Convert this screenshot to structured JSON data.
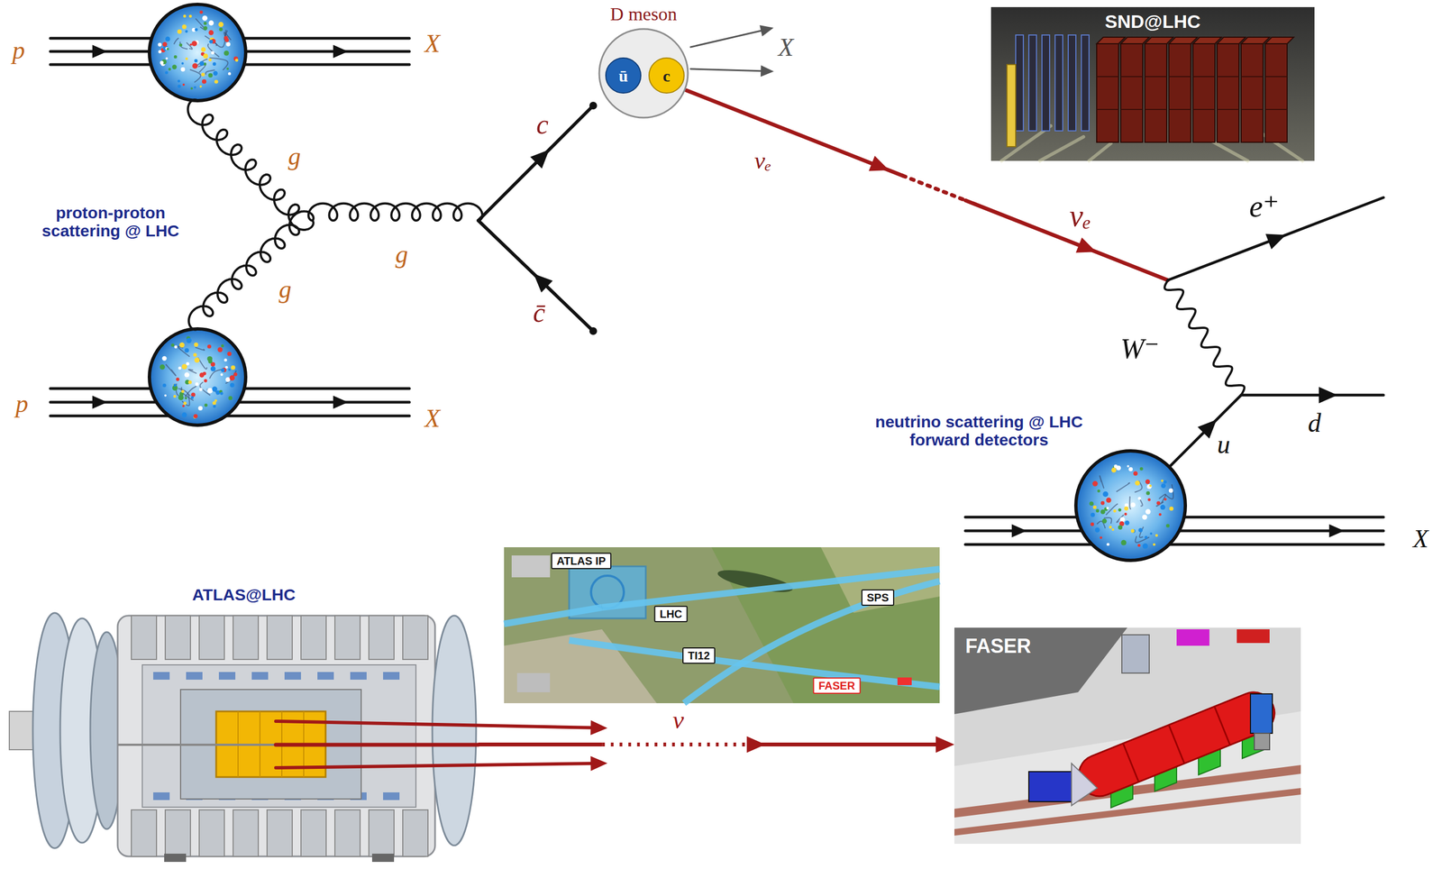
{
  "diagram": {
    "nodes": [
      {
        "text": [
          "D meson"
        ]
      },
      {
        "text": [
          "ū"
        ],
        "in": 0
      },
      {
        "text": [
          "c"
        ],
        "in": 0
      },
      {
        "text": [
          "SND@LHC"
        ]
      },
      {
        "text": [
          "ATLAS@LHC"
        ]
      },
      {
        "text": [
          "ATLAS IP"
        ]
      },
      {
        "text": [
          "LHC"
        ]
      },
      {
        "text": [
          "SPS"
        ]
      },
      {
        "text": [
          "TI12"
        ]
      },
      {
        "text": [
          "FASER"
        ]
      },
      {
        "text": [
          "FASER"
        ]
      }
    ],
    "edges": [
      {
        "from": 4,
        "to": 10,
        "arrow": "to",
        "label": "ν"
      }
    ],
    "labels": [
      "p",
      "X",
      "g",
      "proton-proton scattering @ LHC",
      "g",
      "g",
      "p",
      "X",
      "c",
      "c̄",
      "X",
      "νₑ",
      "νₑ",
      "e⁺",
      "W⁻",
      "neutrino scattering @ LHC forward detectors",
      "u",
      "d",
      "X"
    ]
  }
}
